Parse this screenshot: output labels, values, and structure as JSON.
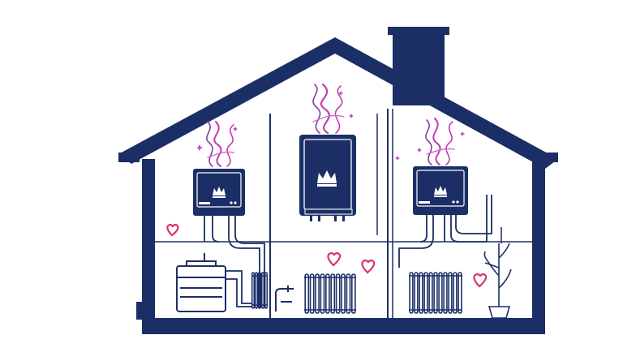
{
  "colors": {
    "background": "#ffffff",
    "navy": "#1b2f66",
    "navy_light": "#2c4380",
    "steam_magenta": "#c23cb0",
    "steam_purple": "#8a3aa8",
    "heart_pink": "#d9346f",
    "sparkle": "#b44ac0"
  },
  "icons": {
    "house": "house-outline-icon",
    "chimney": "chimney-icon",
    "boiler": "wall-boiler-icon",
    "crown": "crown-icon",
    "steam": "steam-swirl-icon",
    "heart": "heart-icon",
    "radiator": "radiator-icon",
    "stove": "stove-icon",
    "plant": "plant-icon",
    "pipe": "pipe-icon"
  },
  "boilers": [
    {
      "name": "left-boiler",
      "has_crown": true
    },
    {
      "name": "center-boiler",
      "has_crown": true
    },
    {
      "name": "right-boiler",
      "has_crown": true
    }
  ],
  "radiators": [
    {
      "name": "left-small-radiator",
      "fins": 5
    },
    {
      "name": "center-radiator",
      "fins": 10
    },
    {
      "name": "right-radiator",
      "fins": 11
    }
  ],
  "hearts_count": 4
}
